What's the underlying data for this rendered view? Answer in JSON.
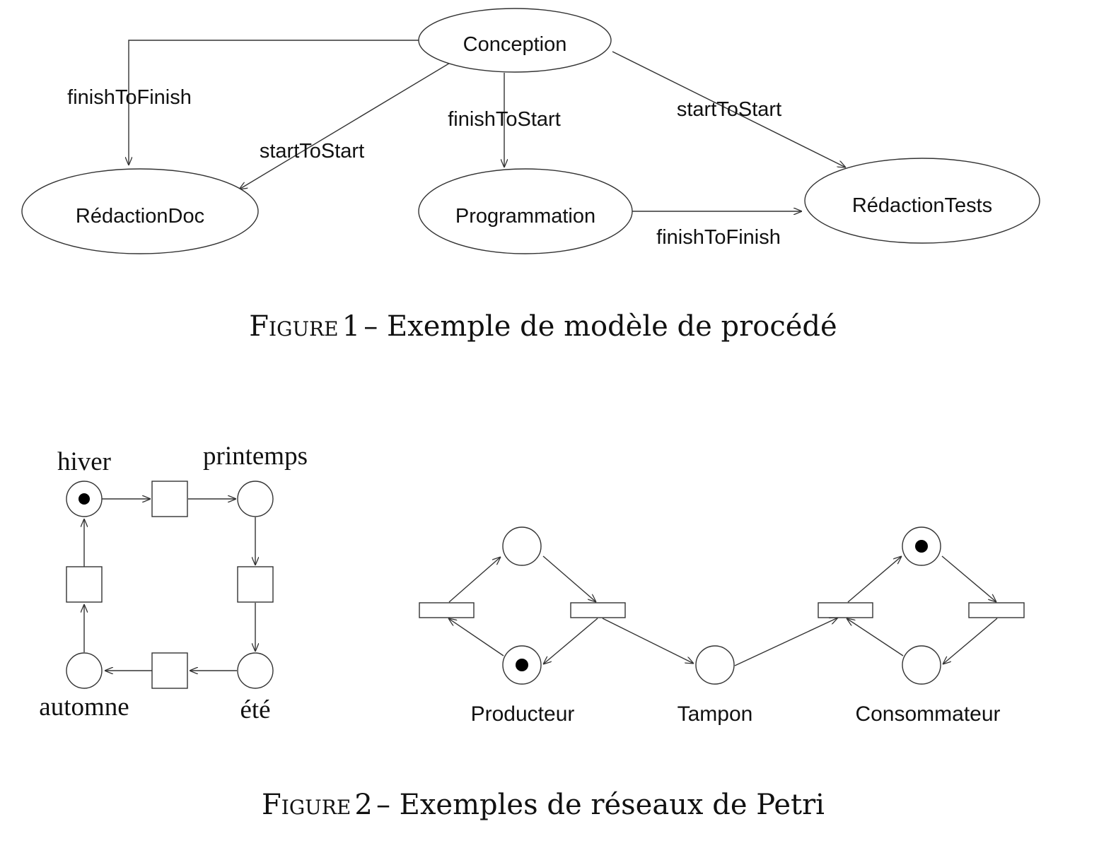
{
  "figure1": {
    "caption_label": "Figure",
    "caption_number": "1",
    "caption_text": "– Exemple de modèle de procédé",
    "nodes": {
      "conception": "Conception",
      "redaction_doc": "RédactionDoc",
      "programmation": "Programmation",
      "redaction_tests": "RédactionTests"
    },
    "edges": {
      "conception_to_doc_finish": "finishToFinish",
      "conception_to_doc_start": "startToStart",
      "conception_to_prog": "finishToStart",
      "conception_to_tests": "startToStart",
      "prog_to_tests": "finishToFinish"
    }
  },
  "figure2": {
    "caption_label": "Figure",
    "caption_number": "2",
    "caption_text": "– Exemples de réseaux de Petri",
    "seasons": {
      "hiver": "hiver",
      "printemps": "printemps",
      "ete": "été",
      "automne": "automne"
    },
    "producer_consumer": {
      "producteur": "Producteur",
      "tampon": "Tampon",
      "consommateur": "Consommateur"
    }
  }
}
